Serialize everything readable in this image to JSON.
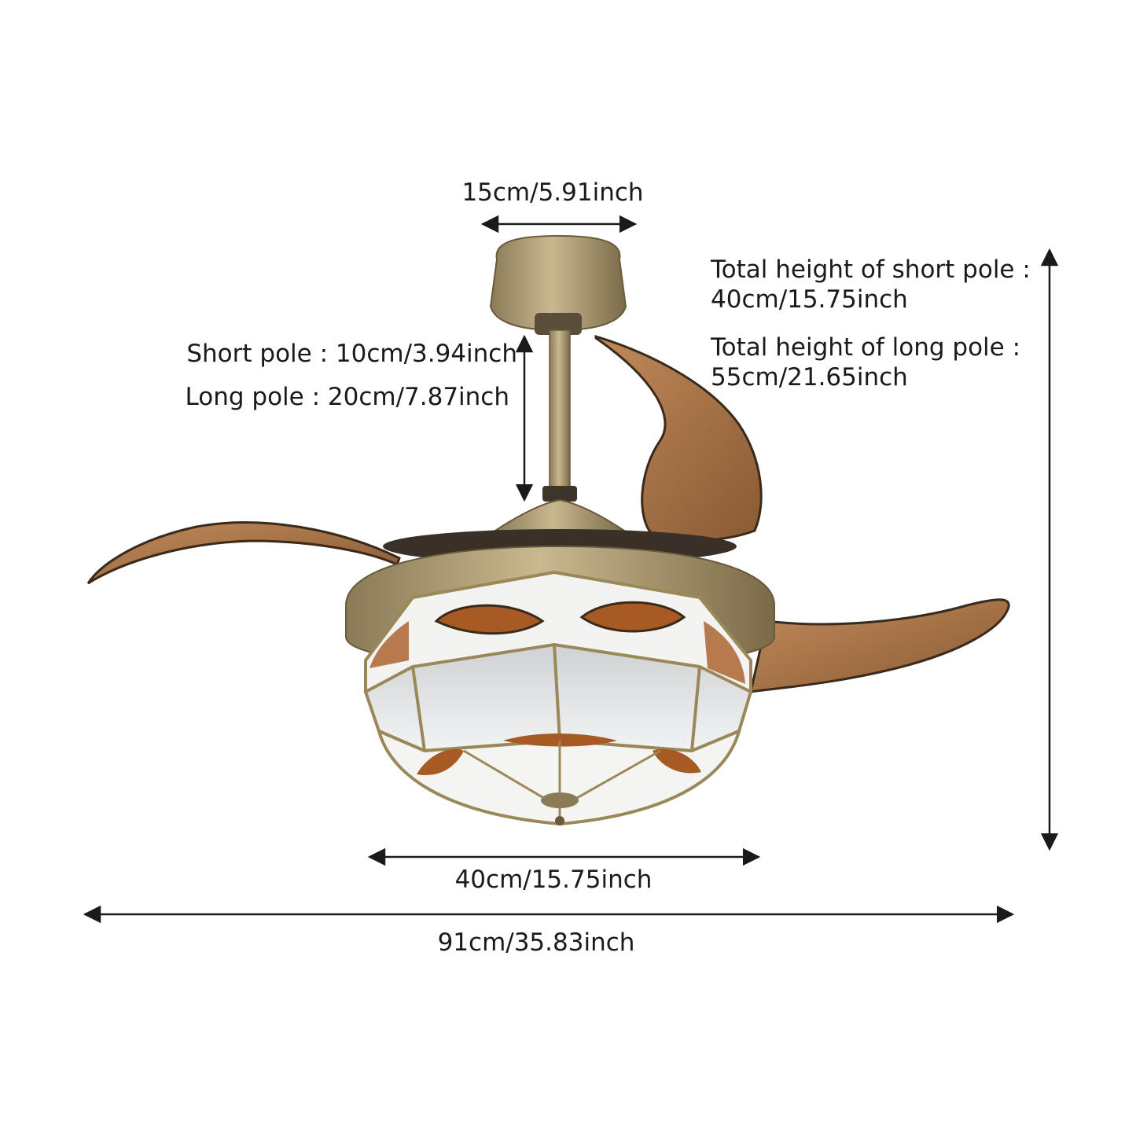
{
  "dimensions": {
    "canopy_width": "15cm/5.91inch",
    "short_pole": "Short pole : 10cm/3.94inch",
    "long_pole": "Long pole : 20cm/7.87inch",
    "total_short_title": "Total height of short pole :",
    "total_short_value": "40cm/15.75inch",
    "total_long_title": "Total height of long pole :",
    "total_long_value": "55cm/21.65inch",
    "lamp_diameter": "40cm/15.75inch",
    "fan_span": "91cm/35.83inch"
  },
  "colors": {
    "line": "#1a1a1a",
    "brass": "#a08f68",
    "blade": "#a8744b",
    "amber": "#a85a24",
    "glass": "#e6e8ea"
  }
}
